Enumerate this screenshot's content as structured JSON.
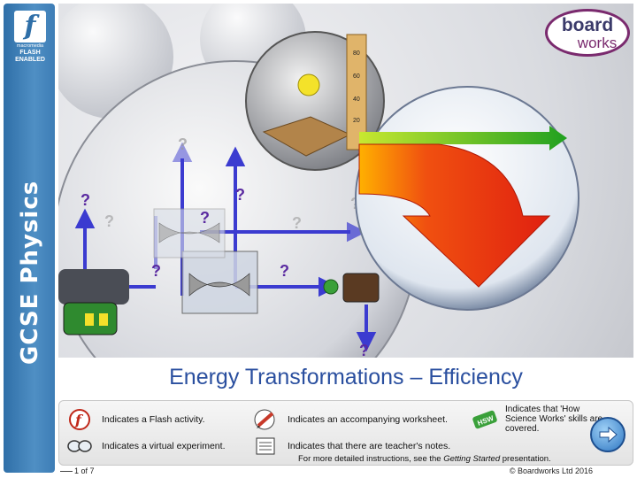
{
  "sidebar": {
    "flash_badge": {
      "line1": "macromedia",
      "line2": "FLASH",
      "line3": "ENABLED"
    },
    "vertical_title": "GCSE Physics"
  },
  "logo": {
    "word1": "board",
    "word2": "works"
  },
  "hero": {
    "question_marks": [
      "?",
      "?",
      "?",
      "?",
      "?",
      "?",
      "?",
      "?",
      "?",
      "?",
      "?"
    ],
    "ruler_ticks": [
      "80",
      "60",
      "40",
      "20"
    ]
  },
  "title": "Energy Transformations – Efficiency",
  "legend": {
    "flash": "Indicates a Flash activity.",
    "worksheet": "Indicates an accompanying worksheet.",
    "hsw": "Indicates that 'How Science Works' skills are covered.",
    "virtual": "Indicates a virtual experiment.",
    "notes": "Indicates that there are teacher's notes.",
    "note_prefix": "For more detailed instructions, see the ",
    "note_emph": "Getting Started",
    "note_suffix": " presentation."
  },
  "footer": {
    "page": "1 of 7",
    "copyright": "© Boardworks Ltd 2016"
  },
  "colors": {
    "title": "#2a4f9f",
    "sidebar": "#2f6fa8",
    "arrow_red": "#e83010",
    "arrow_green": "#2fb42f",
    "arrow_blue": "#3a3ad0"
  }
}
